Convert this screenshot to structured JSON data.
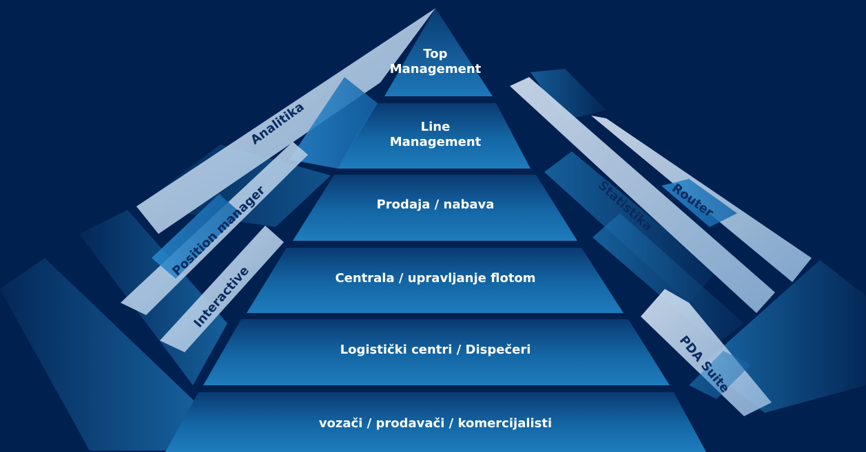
{
  "pyramid": {
    "tiers": [
      {
        "line1": "Top",
        "line2": "Management"
      },
      {
        "line1": "Line",
        "line2": "Management"
      },
      {
        "text": "Prodaja / nabava"
      },
      {
        "text": "Centrala / upravljanje flotom"
      },
      {
        "text": "Logistički centri / Dispečeri"
      },
      {
        "text": "vozači / prodavači / komercijalisti"
      }
    ]
  },
  "bands": {
    "left": [
      {
        "label": "Analitika"
      },
      {
        "label": "Position manager"
      },
      {
        "label": "Interactive"
      }
    ],
    "right": [
      {
        "label": "Statistika"
      },
      {
        "label": "Router"
      },
      {
        "label": "PDA Suite"
      }
    ]
  },
  "colors": {
    "background": "#002050",
    "tier_light": "#1d78b4",
    "tier_dark": "#083a73",
    "band_light": "#c9d9ec",
    "band_blue": "#1f7cc0",
    "band_label": "#0b2a5e",
    "tier_text": "#ffffff"
  }
}
